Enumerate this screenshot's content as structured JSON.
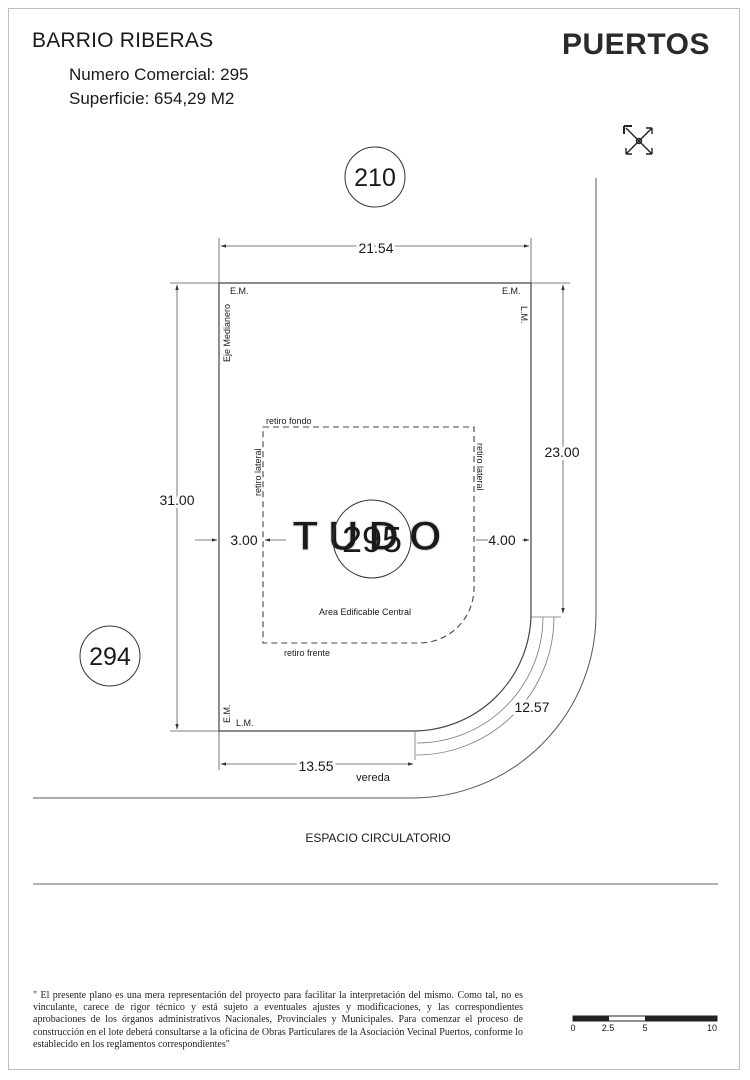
{
  "header": {
    "title": "BARRIO RIBERAS",
    "numero_comercial": "Numero Comercial: 295",
    "superficie": "Superficie: 654,29 M2",
    "logo": "PUERTOS"
  },
  "compass": {
    "icon": "north-arrow-icon"
  },
  "lots": {
    "current": "295",
    "north_neighbor": "210",
    "west_neighbor": "294"
  },
  "dimensions": {
    "top": "21.54",
    "left": "31.00",
    "right": "23.00",
    "bottom": "13.55",
    "arc": "12.57",
    "setback_left": "3.00",
    "setback_right": "4.00"
  },
  "labels": {
    "em_top_left": "E.M.",
    "em_top_right": "E.M.",
    "lm_right": "L.M.",
    "eje_medianero": "Eje Medianero",
    "retiro_fondo": "retiro fondo",
    "retiro_lateral_left": "retiro lateral",
    "retiro_lateral_right": "retiro lateral",
    "area_edificable": "Area Edificable Central",
    "retiro_frente": "retiro frente",
    "em_bottom_left": "E.M.",
    "lm_bottom_left": "L.M.",
    "vereda": "vereda",
    "espacio_circulatorio": "ESPACIO CIRCULATORIO"
  },
  "scale_bar": {
    "ticks": [
      "0",
      "2.5",
      "5",
      "10"
    ]
  },
  "disclaimer": "\" El presente plano es una mera representación del proyecto para facilitar la interpretación del mismo. Como tal, no es vinculante, carece de rigor técnico y está sujeto a eventuales ajustes y modificaciones, y las correspondientes aprobaciones de los órganos administrativos Nacionales, Provinciales y Municipales. Para comenzar el proceso de construcción en el lote deberá consultarse a la oficina de Obras Particulares de la Asociación Vecinal Puertos, conforme lo establecido en los reglamentos correspondientes\""
}
